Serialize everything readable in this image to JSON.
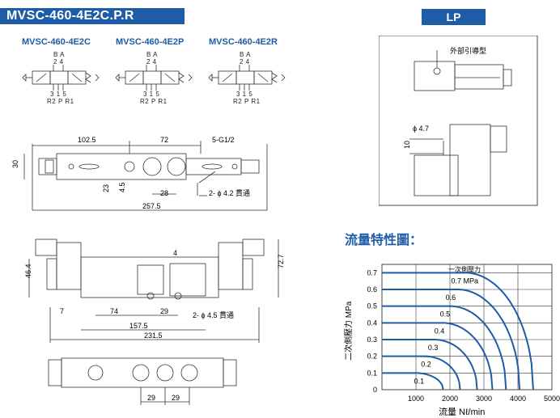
{
  "header": {
    "title": "MVSC-460-4E2C.P.R",
    "lp_label": "LP"
  },
  "models": [
    {
      "name": "MVSC-460-4E2C",
      "top_ports": "B A",
      "top_nums": "2 4",
      "bottom_nums": "3 1 5",
      "bottom_ports": "R2 P R1"
    },
    {
      "name": "MVSC-460-4E2P",
      "top_ports": "B A",
      "top_nums": "2 4",
      "bottom_nums": "3 1 5",
      "bottom_ports": "R2 P R1"
    },
    {
      "name": "MVSC-460-4E2R",
      "top_ports": "B A",
      "top_nums": "2 4",
      "bottom_nums": "3 1 5",
      "bottom_ports": "R2 P R1"
    }
  ],
  "top_view": {
    "dims": {
      "d1": "102.5",
      "d2": "72",
      "thread": "5-G1/2",
      "height": "30",
      "d3": "23",
      "d4": "4.5",
      "d5": "28",
      "hole": "2- ϕ 4.2 貫通",
      "total": "257.5"
    }
  },
  "front_view": {
    "dims": {
      "d1": "4",
      "h1": "46.4",
      "h2": "72.7",
      "d2": "7",
      "d3": "74",
      "d4": "29",
      "hole": "2- ϕ 4.5 貫通",
      "d5": "157.5",
      "total": "231.5"
    }
  },
  "bottom_view": {
    "dims": {
      "d1": "29",
      "d2": "29"
    }
  },
  "lp_view": {
    "label": "外部引導型",
    "phi": "ϕ 4.7",
    "dim": "10"
  },
  "flow": {
    "title": "流量特性圖：",
    "chart_data": {
      "type": "line",
      "title": "流量特性圖：",
      "xlabel": "流量 Nℓ/min",
      "ylabel": "二次側壓力 MPa",
      "xlim": [
        0,
        5000
      ],
      "ylim": [
        0,
        0.75
      ],
      "x_ticks": [
        "1000",
        "2000",
        "3000",
        "4000",
        "5000"
      ],
      "y_ticks": [
        "0",
        "0.1",
        "0.2",
        "0.3",
        "0.4",
        "0.5",
        "0.6",
        "0.7"
      ],
      "zero_label": "0",
      "top_note": "一次側壓力",
      "grid": true,
      "series": [
        {
          "name": "0.1",
          "p": 0.1,
          "qmax": 1800
        },
        {
          "name": "0.2",
          "p": 0.2,
          "qmax": 2300
        },
        {
          "name": "0.3",
          "p": 0.3,
          "qmax": 2800
        },
        {
          "name": "0.4",
          "p": 0.4,
          "qmax": 3250
        },
        {
          "name": "0.5",
          "p": 0.5,
          "qmax": 3650
        },
        {
          "name": "0.6",
          "p": 0.6,
          "qmax": 4050
        },
        {
          "name": "0.7 MPa",
          "p": 0.7,
          "qmax": 4450
        }
      ]
    }
  }
}
